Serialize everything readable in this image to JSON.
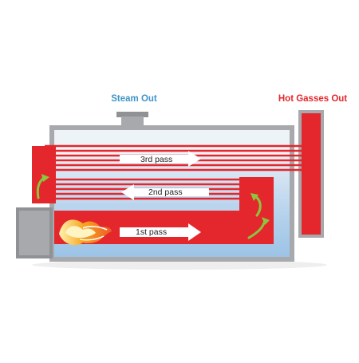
{
  "labels": {
    "steam_out": "Steam Out",
    "hot_gasses_out": "Hot Gasses Out",
    "pass_3": "3rd pass",
    "pass_2": "2nd pass",
    "pass_1": "1st pass"
  },
  "colors": {
    "steam_label": "#3f95c8",
    "gas_label": "#e4272c",
    "hot_gas": "#e4272c",
    "shell_frame": "#a7a9ac",
    "water_blue": "#a9cbe8",
    "flame": "#f5a623",
    "flow_arrow": "#8cc63f"
  },
  "icons": {
    "burner_flame": "flame-icon",
    "flow_arrows": "curved-arrow-icon"
  }
}
